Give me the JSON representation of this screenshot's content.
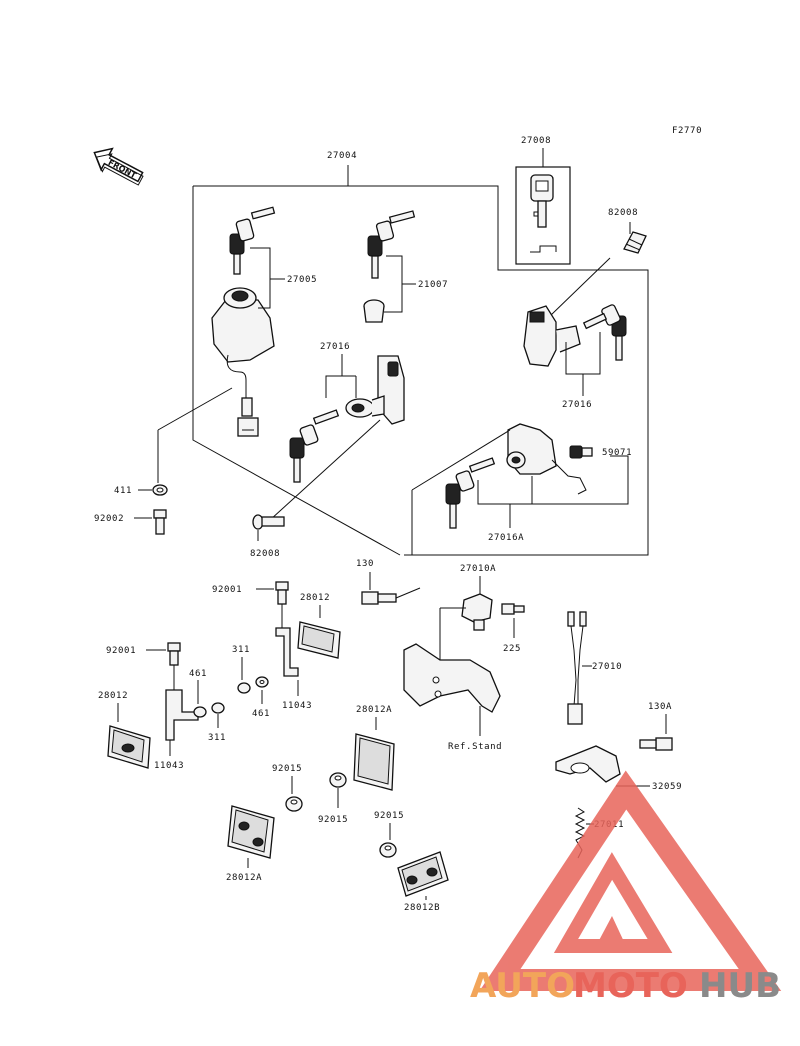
{
  "figure_code": "F2770",
  "front_arrow_label": "FRONT",
  "callouts": {
    "c27004": "27004",
    "c27008": "27008",
    "c82008_top": "82008",
    "c27005": "27005",
    "c21007": "21007",
    "c27016_left": "27016",
    "c27016_right": "27016",
    "c59071": "59071",
    "c411": "411",
    "c92002": "92002",
    "c27016A": "27016A",
    "c82008_bottom": "82008",
    "c130": "130",
    "c27010A": "27010A",
    "c92001_top": "92001",
    "c28012_top": "28012",
    "c225": "225",
    "c92001_left": "92001",
    "c311_top": "311",
    "c27010": "27010",
    "c461_top": "461",
    "c28012_left": "28012",
    "c461_bottom": "461",
    "c11043_right": "11043",
    "c311_bottom": "311",
    "c130A": "130A",
    "c11043_left": "11043",
    "c28012A_mid": "28012A",
    "ref_stand": "Ref.Stand",
    "c92015_left": "92015",
    "c32059": "32059",
    "c92015_mid": "92015",
    "c92015_right": "92015",
    "c27011": "27011",
    "c28012A_bottom": "28012A",
    "c28012B": "28012B"
  },
  "watermark": {
    "part1": "AUTO",
    "part2": "MOTO",
    "part3": "HUB",
    "color_orange": "#f2a55a",
    "color_red": "#e8645a",
    "color_gray": "#8a8a8a"
  }
}
